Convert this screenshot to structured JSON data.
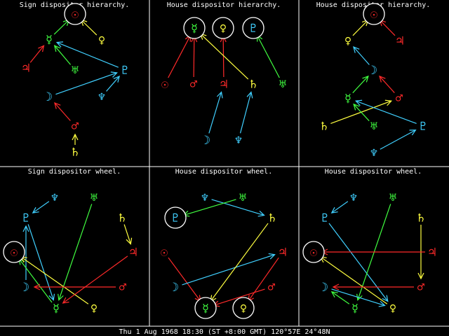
{
  "colors": {
    "fire": "#ff2a2a",
    "earth": "#ffff40",
    "air": "#40ff40",
    "water": "#40d0ff",
    "ring": "#ffffff",
    "grid": "#ffffff"
  },
  "footer_text": "Thu  1 Aug 1968 18:30 (ST +8:00 GMT) 120°57E 24°48N",
  "panels": [
    {
      "id": "sign-hierarchy",
      "title": "Sign dispositor hierarchy.",
      "planets": [
        {
          "name": "sun",
          "glyph": "☉",
          "color": "fire",
          "ring": true
        },
        {
          "name": "mercury",
          "glyph": "☿",
          "color": "air"
        },
        {
          "name": "venus",
          "glyph": "♀",
          "color": "earth"
        },
        {
          "name": "jupiter",
          "glyph": "♃",
          "color": "fire"
        },
        {
          "name": "uranus",
          "glyph": "♅",
          "color": "air"
        },
        {
          "name": "pluto",
          "glyph": "♇",
          "color": "water"
        },
        {
          "name": "moon",
          "glyph": "☽",
          "color": "water"
        },
        {
          "name": "neptune",
          "glyph": "♆",
          "color": "water"
        },
        {
          "name": "mars",
          "glyph": "♂",
          "color": "fire"
        },
        {
          "name": "saturn",
          "glyph": "♄",
          "color": "earth"
        }
      ],
      "arrows": [
        {
          "from": "mercury",
          "to": "sun",
          "color": "air"
        },
        {
          "from": "venus",
          "to": "sun",
          "color": "earth"
        },
        {
          "from": "jupiter",
          "to": "mercury",
          "color": "fire"
        },
        {
          "from": "uranus",
          "to": "mercury",
          "color": "air"
        },
        {
          "from": "pluto",
          "to": "mercury",
          "color": "water"
        },
        {
          "from": "moon",
          "to": "pluto",
          "color": "water"
        },
        {
          "from": "neptune",
          "to": "pluto",
          "color": "water"
        },
        {
          "from": "mars",
          "to": "moon",
          "color": "fire"
        },
        {
          "from": "saturn",
          "to": "mars",
          "color": "earth"
        }
      ]
    },
    {
      "id": "house-hierarchy-1",
      "title": "House dispositor hierarchy.",
      "planets": [
        {
          "name": "mercury",
          "glyph": "☿",
          "color": "air",
          "ring": true
        },
        {
          "name": "venus",
          "glyph": "♀",
          "color": "earth",
          "ring": true
        },
        {
          "name": "pluto",
          "glyph": "♇",
          "color": "water",
          "ring": true
        },
        {
          "name": "sun",
          "glyph": "☉",
          "color": "fire"
        },
        {
          "name": "mars",
          "glyph": "♂",
          "color": "fire"
        },
        {
          "name": "jupiter",
          "glyph": "♃",
          "color": "fire"
        },
        {
          "name": "saturn",
          "glyph": "♄",
          "color": "earth"
        },
        {
          "name": "uranus",
          "glyph": "♅",
          "color": "air"
        },
        {
          "name": "moon",
          "glyph": "☽",
          "color": "water"
        },
        {
          "name": "neptune",
          "glyph": "♆",
          "color": "water"
        }
      ],
      "arrows": [
        {
          "from": "sun",
          "to": "mercury",
          "color": "fire"
        },
        {
          "from": "mars",
          "to": "mercury",
          "color": "fire"
        },
        {
          "from": "jupiter",
          "to": "venus",
          "color": "fire"
        },
        {
          "from": "saturn",
          "to": "mercury",
          "color": "earth"
        },
        {
          "from": "uranus",
          "to": "pluto",
          "color": "air"
        },
        {
          "from": "moon",
          "to": "jupiter",
          "color": "water"
        },
        {
          "from": "neptune",
          "to": "saturn",
          "color": "water"
        }
      ]
    },
    {
      "id": "house-hierarchy-2",
      "title": "House dispositor hierarchy.",
      "planets": [
        {
          "name": "sun",
          "glyph": "☉",
          "color": "fire",
          "ring": true
        },
        {
          "name": "venus",
          "glyph": "♀",
          "color": "earth"
        },
        {
          "name": "jupiter",
          "glyph": "♃",
          "color": "fire"
        },
        {
          "name": "moon",
          "glyph": "☽",
          "color": "water"
        },
        {
          "name": "mercury",
          "glyph": "☿",
          "color": "air"
        },
        {
          "name": "mars",
          "glyph": "♂",
          "color": "fire"
        },
        {
          "name": "saturn",
          "glyph": "♄",
          "color": "earth"
        },
        {
          "name": "uranus",
          "glyph": "♅",
          "color": "air"
        },
        {
          "name": "pluto",
          "glyph": "♇",
          "color": "water"
        },
        {
          "name": "neptune",
          "glyph": "♆",
          "color": "water"
        }
      ],
      "arrows": [
        {
          "from": "venus",
          "to": "sun",
          "color": "earth"
        },
        {
          "from": "jupiter",
          "to": "sun",
          "color": "fire"
        },
        {
          "from": "moon",
          "to": "venus",
          "color": "water"
        },
        {
          "from": "mercury",
          "to": "moon",
          "color": "air"
        },
        {
          "from": "mars",
          "to": "moon",
          "color": "fire"
        },
        {
          "from": "saturn",
          "to": "mars",
          "color": "earth"
        },
        {
          "from": "uranus",
          "to": "mercury",
          "color": "air"
        },
        {
          "from": "pluto",
          "to": "mercury",
          "color": "water"
        },
        {
          "from": "neptune",
          "to": "pluto",
          "color": "water"
        }
      ]
    },
    {
      "id": "sign-wheel",
      "title": "Sign dispositor wheel.",
      "planets": [
        {
          "name": "neptune",
          "glyph": "♆",
          "color": "water"
        },
        {
          "name": "uranus",
          "glyph": "♅",
          "color": "air"
        },
        {
          "name": "pluto",
          "glyph": "♇",
          "color": "water"
        },
        {
          "name": "saturn",
          "glyph": "♄",
          "color": "earth"
        },
        {
          "name": "sun",
          "glyph": "☉",
          "color": "fire",
          "ring": true
        },
        {
          "name": "jupiter",
          "glyph": "♃",
          "color": "fire"
        },
        {
          "name": "moon",
          "glyph": "☽",
          "color": "water"
        },
        {
          "name": "mars",
          "glyph": "♂",
          "color": "fire"
        },
        {
          "name": "mercury",
          "glyph": "☿",
          "color": "air"
        },
        {
          "name": "venus",
          "glyph": "♀",
          "color": "earth"
        }
      ],
      "arrows": [
        {
          "from": "neptune",
          "to": "pluto",
          "color": "water"
        },
        {
          "from": "pluto",
          "to": "mercury",
          "color": "water"
        },
        {
          "from": "moon",
          "to": "pluto",
          "color": "water"
        },
        {
          "from": "uranus",
          "to": "mercury",
          "color": "air"
        },
        {
          "from": "saturn",
          "to": "jupiter",
          "color": "earth"
        },
        {
          "from": "mercury",
          "to": "sun",
          "color": "air"
        },
        {
          "from": "venus",
          "to": "sun",
          "color": "earth"
        },
        {
          "from": "mars",
          "to": "moon",
          "color": "fire"
        },
        {
          "from": "jupiter",
          "to": "mercury",
          "color": "fire"
        }
      ]
    },
    {
      "id": "house-wheel-1",
      "title": "House dispositor wheel.",
      "planets": [
        {
          "name": "neptune",
          "glyph": "♆",
          "color": "water"
        },
        {
          "name": "uranus",
          "glyph": "♅",
          "color": "air"
        },
        {
          "name": "pluto",
          "glyph": "♇",
          "color": "water",
          "ring": true
        },
        {
          "name": "saturn",
          "glyph": "♄",
          "color": "earth"
        },
        {
          "name": "sun",
          "glyph": "☉",
          "color": "fire"
        },
        {
          "name": "jupiter",
          "glyph": "♃",
          "color": "fire"
        },
        {
          "name": "moon",
          "glyph": "☽",
          "color": "water"
        },
        {
          "name": "mars",
          "glyph": "♂",
          "color": "fire"
        },
        {
          "name": "mercury",
          "glyph": "☿",
          "color": "air",
          "ring": true
        },
        {
          "name": "venus",
          "glyph": "♀",
          "color": "earth",
          "ring": true
        }
      ],
      "arrows": [
        {
          "from": "neptune",
          "to": "saturn",
          "color": "water"
        },
        {
          "from": "uranus",
          "to": "pluto",
          "color": "air"
        },
        {
          "from": "sun",
          "to": "mercury",
          "color": "fire"
        },
        {
          "from": "moon",
          "to": "jupiter",
          "color": "water"
        },
        {
          "from": "saturn",
          "to": "mercury",
          "color": "earth"
        },
        {
          "from": "jupiter",
          "to": "venus",
          "color": "fire"
        },
        {
          "from": "mars",
          "to": "mercury",
          "color": "fire"
        }
      ]
    },
    {
      "id": "house-wheel-2",
      "title": "House dispositor wheel.",
      "planets": [
        {
          "name": "neptune",
          "glyph": "♆",
          "color": "water"
        },
        {
          "name": "uranus",
          "glyph": "♅",
          "color": "air"
        },
        {
          "name": "pluto",
          "glyph": "♇",
          "color": "water"
        },
        {
          "name": "saturn",
          "glyph": "♄",
          "color": "earth"
        },
        {
          "name": "sun",
          "glyph": "☉",
          "color": "fire",
          "ring": true
        },
        {
          "name": "jupiter",
          "glyph": "♃",
          "color": "fire"
        },
        {
          "name": "moon",
          "glyph": "☽",
          "color": "water"
        },
        {
          "name": "mars",
          "glyph": "♂",
          "color": "fire"
        },
        {
          "name": "mercury",
          "glyph": "☿",
          "color": "air"
        },
        {
          "name": "venus",
          "glyph": "♀",
          "color": "earth"
        }
      ],
      "arrows": [
        {
          "from": "neptune",
          "to": "pluto",
          "color": "water"
        },
        {
          "from": "pluto",
          "to": "venus",
          "color": "water"
        },
        {
          "from": "uranus",
          "to": "mercury",
          "color": "air"
        },
        {
          "from": "saturn",
          "to": "mars",
          "color": "earth"
        },
        {
          "from": "jupiter",
          "to": "sun",
          "color": "fire"
        },
        {
          "from": "venus",
          "to": "sun",
          "color": "earth"
        },
        {
          "from": "mercury",
          "to": "moon",
          "color": "air"
        },
        {
          "from": "mars",
          "to": "moon",
          "color": "fire"
        },
        {
          "from": "moon",
          "to": "venus",
          "color": "water"
        }
      ]
    }
  ]
}
